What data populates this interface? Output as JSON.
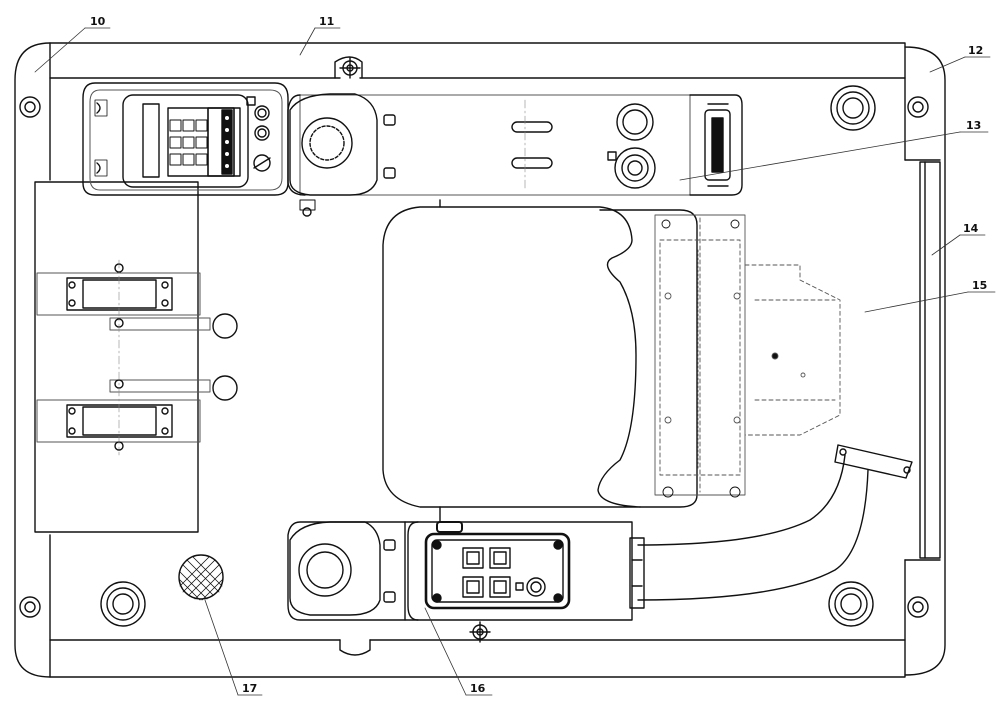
{
  "callouts": [
    "10",
    "11",
    "12",
    "13",
    "14",
    "15",
    "16",
    "17"
  ],
  "colors": {
    "ink": "#111111",
    "thin": "#555555",
    "paper": "#ffffff"
  }
}
